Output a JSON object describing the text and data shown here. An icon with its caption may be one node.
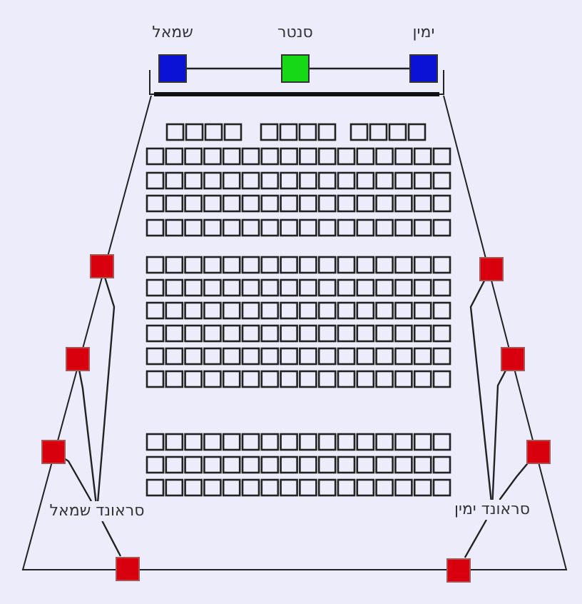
{
  "diagram": {
    "nodes": [
      {
        "text": [
          "שמאל"
        ]
      },
      {
        "text": [
          "סנטר"
        ]
      },
      {
        "text": [
          "ימין"
        ]
      },
      {
        "text": [
          "סראונד שמאל"
        ]
      },
      {
        "text": [
          "סראונד ימין"
        ]
      },
      {
        "text": [],
        "shape": "box"
      },
      {
        "text": [],
        "shape": "box"
      },
      {
        "text": [],
        "shape": "box"
      },
      {
        "text": [],
        "shape": "box"
      },
      {
        "text": [],
        "shape": "box"
      },
      {
        "text": [],
        "shape": "box"
      },
      {
        "text": [],
        "shape": "box"
      },
      {
        "text": [],
        "shape": "box"
      }
    ],
    "edges": [
      {
        "from": 0,
        "to": 1,
        "arrow": "none"
      },
      {
        "from": 1,
        "to": 2,
        "arrow": "none"
      },
      {
        "from": 3,
        "to": 5,
        "arrow": "none"
      },
      {
        "from": 3,
        "to": 6,
        "arrow": "none"
      },
      {
        "from": 3,
        "to": 7,
        "arrow": "none"
      },
      {
        "from": 3,
        "to": 8,
        "arrow": "none"
      },
      {
        "from": 4,
        "to": 9,
        "arrow": "none"
      },
      {
        "from": 4,
        "to": 10,
        "arrow": "none"
      },
      {
        "from": 4,
        "to": 11,
        "arrow": "none"
      },
      {
        "from": 4,
        "to": 12,
        "arrow": "none"
      }
    ]
  }
}
